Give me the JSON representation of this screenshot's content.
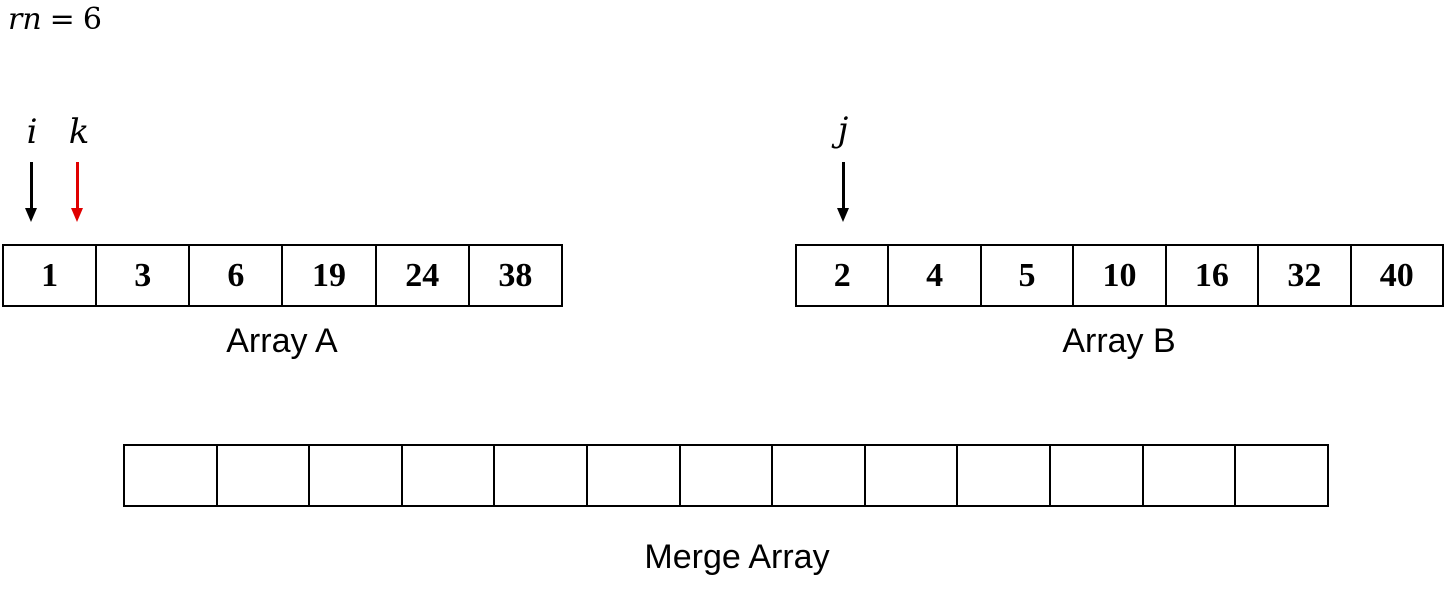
{
  "equation": {
    "lhs": "rn",
    "op": "=",
    "rhs": "6"
  },
  "pointers": [
    {
      "label": "i",
      "color": "#000000",
      "array": "array_a",
      "index": 0
    },
    {
      "label": "k",
      "color": "#e00000",
      "array": "array_a",
      "index": 0.5
    },
    {
      "label": "j",
      "color": "#000000",
      "array": "array_b",
      "index": 0
    }
  ],
  "array_a": {
    "label": "Array A",
    "values": [
      "1",
      "3",
      "6",
      "19",
      "24",
      "38"
    ]
  },
  "array_b": {
    "label": "Array B",
    "values": [
      "2",
      "4",
      "5",
      "10",
      "16",
      "32",
      "40"
    ]
  },
  "merge_array": {
    "label": "Merge Array",
    "values": [
      "",
      "",
      "",
      "",
      "",
      "",
      "",
      "",
      "",
      "",
      "",
      "",
      ""
    ]
  }
}
